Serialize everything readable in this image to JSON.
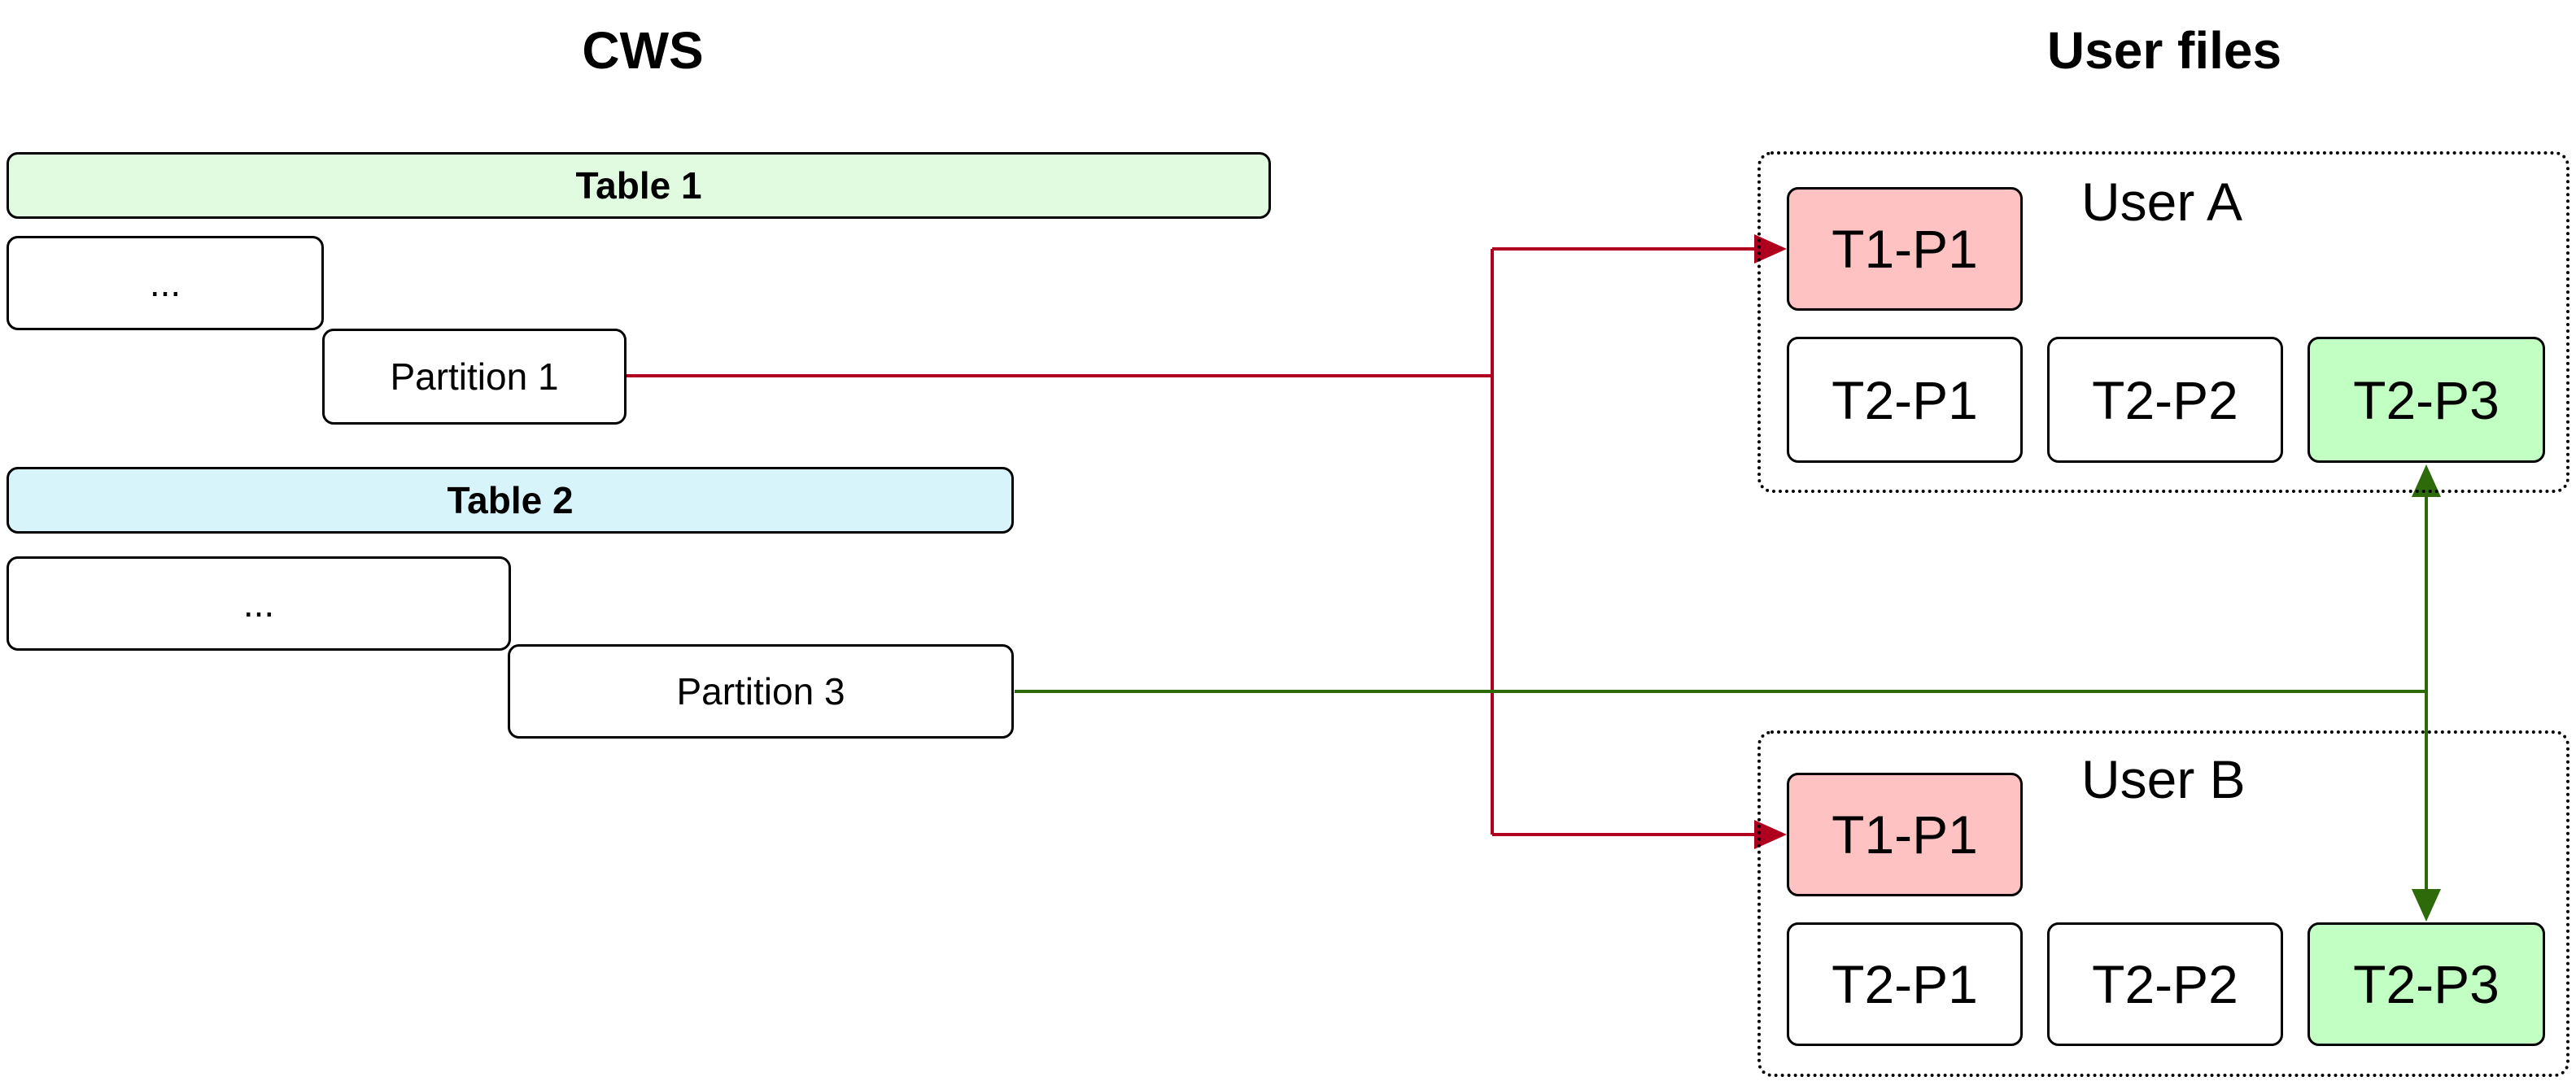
{
  "headings": {
    "left": "CWS",
    "right": "User files"
  },
  "cws": {
    "table1": {
      "label": "Table 1",
      "color": "#e0fbe0"
    },
    "ellipsis1": "...",
    "partition1": "Partition 1",
    "table2": {
      "label": "Table 2",
      "color": "#d8f4fb"
    },
    "ellipsis2": "...",
    "partition3": "Partition 3"
  },
  "users": [
    {
      "name": "User A",
      "items": [
        "T1-P1",
        "T2-P1",
        "T2-P2",
        "T2-P3"
      ]
    },
    {
      "name": "User B",
      "items": [
        "T1-P1",
        "T2-P1",
        "T2-P2",
        "T2-P3"
      ]
    }
  ],
  "colors": {
    "red_fill": "#ffc2c2",
    "green_fill": "#c2ffc2",
    "red_line": "#b00020",
    "green_line": "#2d6a0a"
  }
}
